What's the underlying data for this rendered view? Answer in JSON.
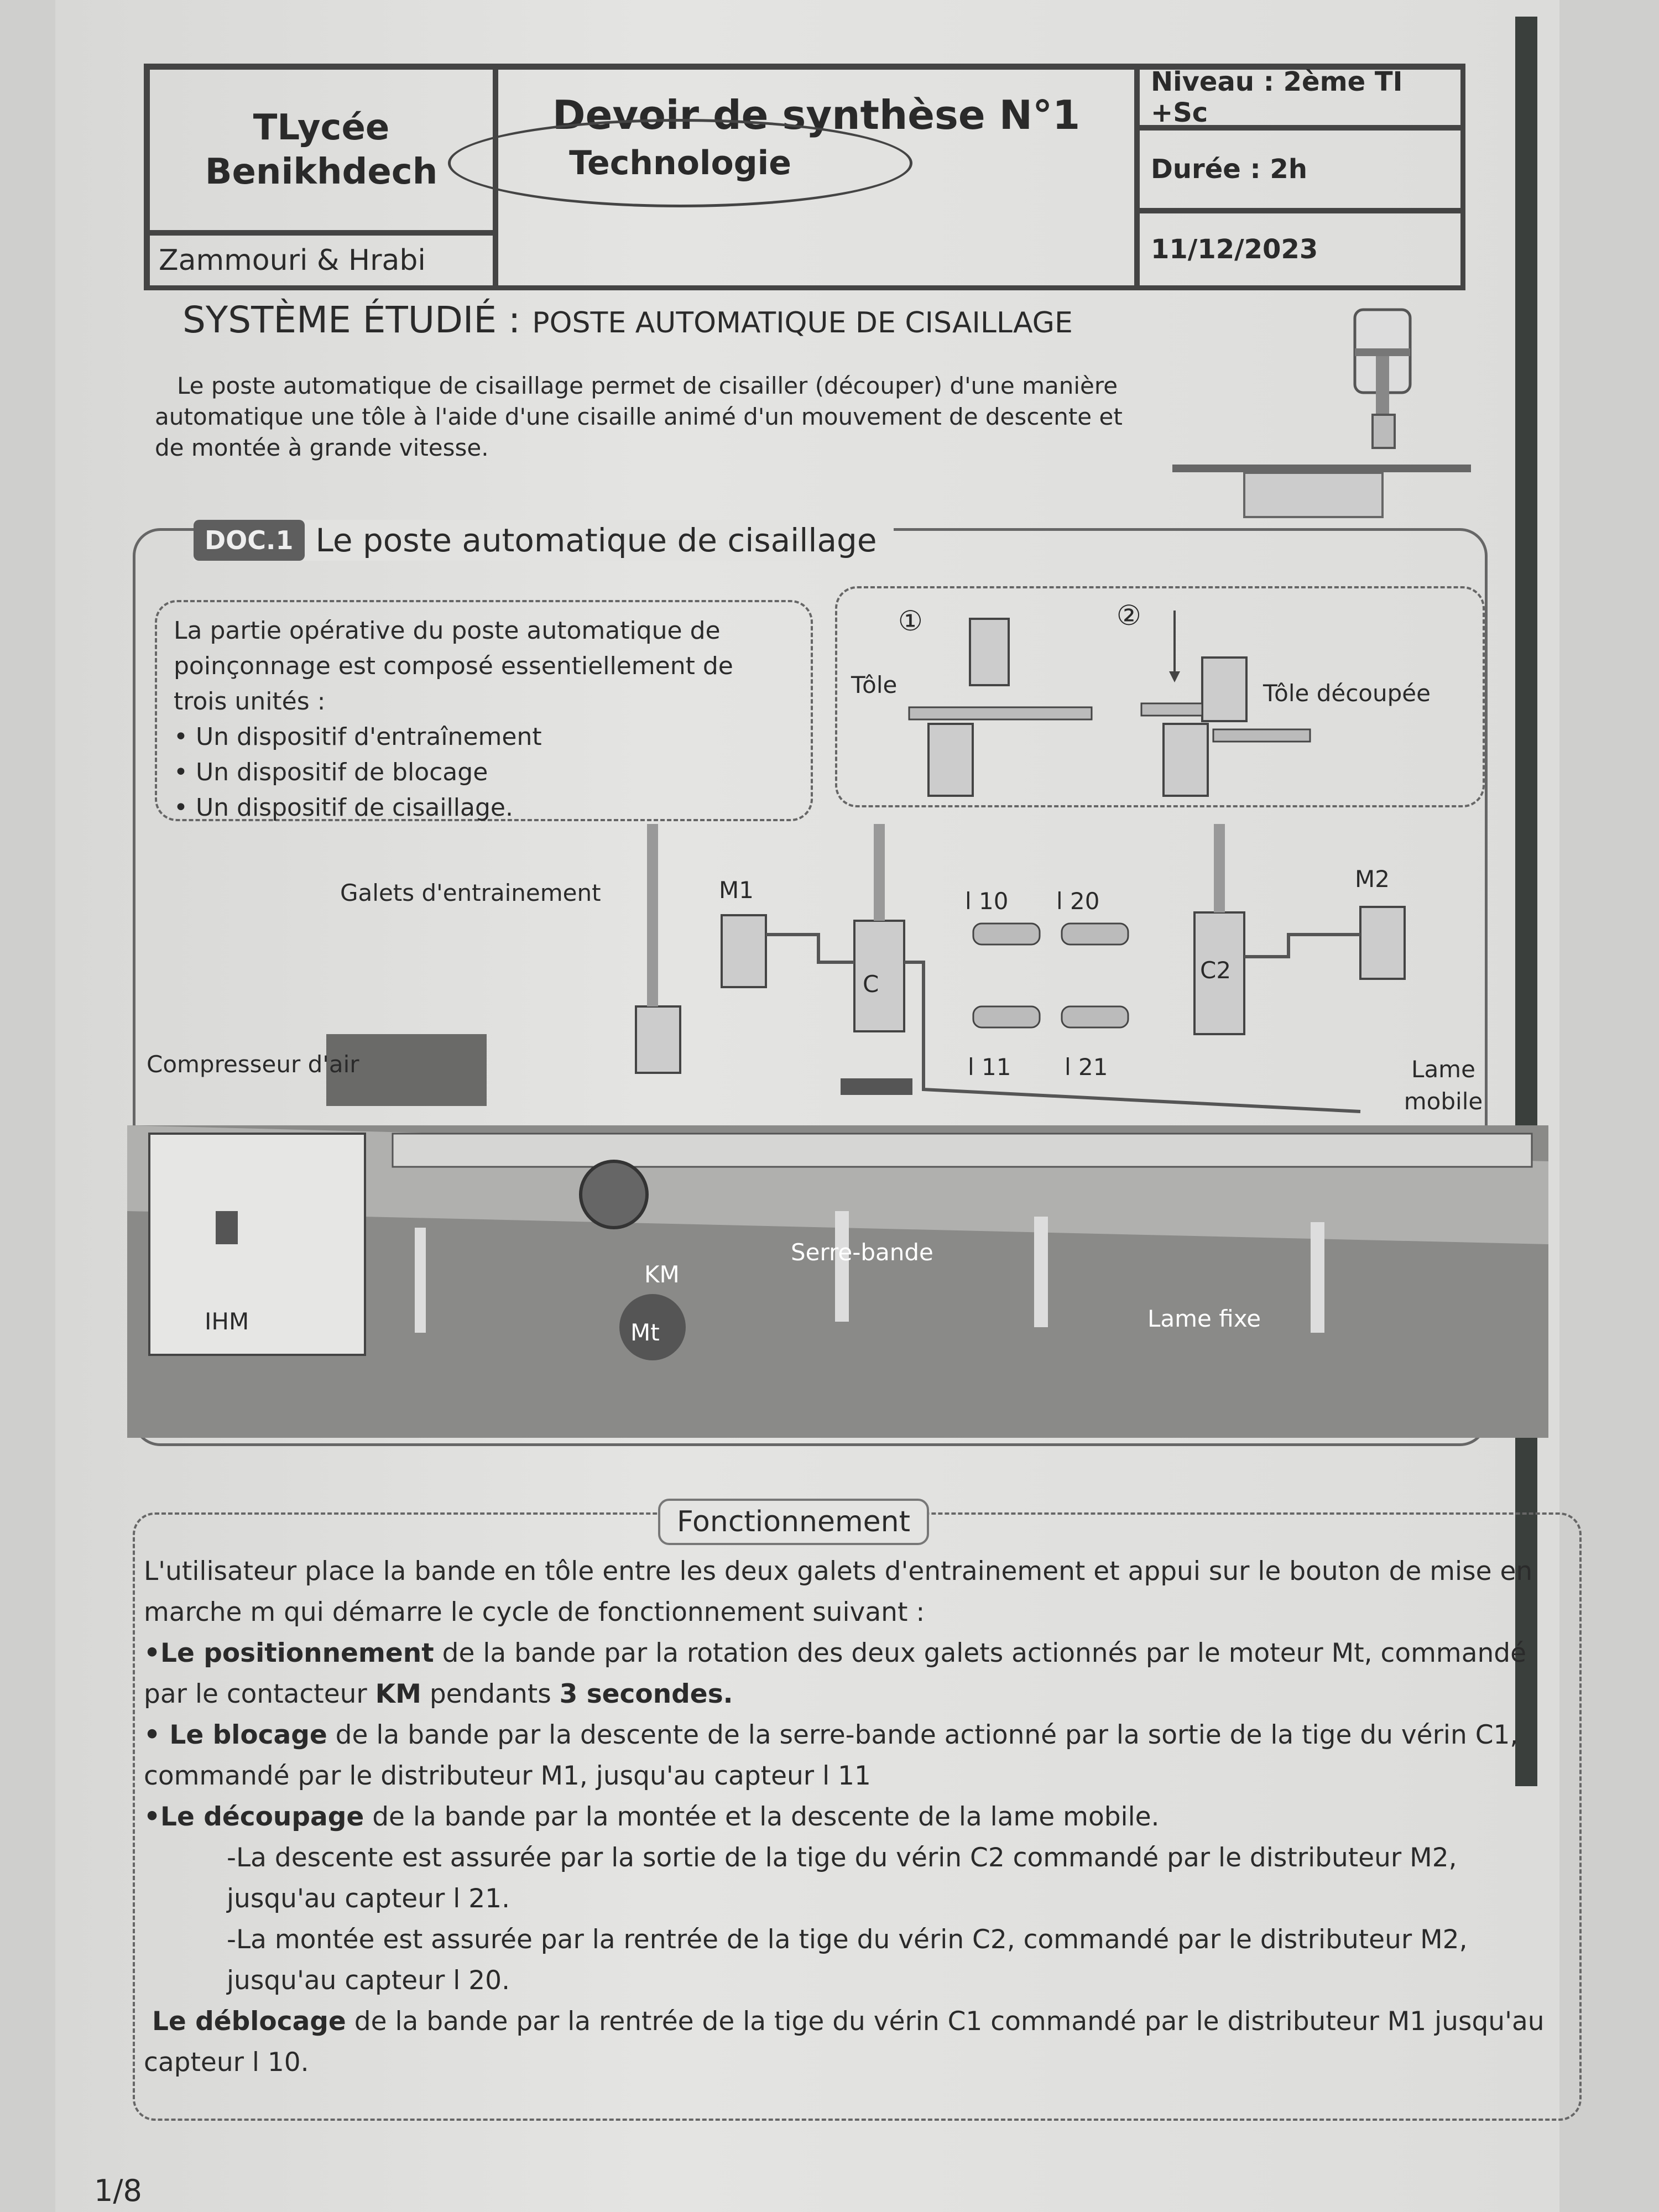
{
  "header": {
    "school": "TLycée Benikhdech",
    "authors": "Zammouri & Hrabi",
    "title": "Devoir de synthèse N°1",
    "subject": "Technologie",
    "level": "Niveau : 2ème TI +Sc",
    "duration": "Durée : 2h",
    "date": "11/12/2023"
  },
  "system": {
    "label": "SYSTÈME ÉTUDIÉ :",
    "name": "POSTE AUTOMATIQUE DE CISAILLAGE",
    "intro": "Le poste automatique de cisaillage permet de cisailler (découper) d'une manière automatique une tôle à l'aide d'une cisaille animé d'un mouvement de descente et de montée à grande vitesse."
  },
  "doc1": {
    "tag": "DOC.1",
    "title": "Le poste automatique de cisaillage",
    "units_intro": "La partie opérative du poste automatique de poinçonnage est composé essentiellement de trois unités :",
    "units": [
      "• Un dispositif d'entraînement",
      "• Un dispositif de blocage",
      "• Un dispositif de cisaillage."
    ],
    "step1": "①",
    "step2": "②",
    "tole": "Tôle",
    "tole_decoupee": "Tôle découpée",
    "labels": {
      "galets": "Galets d'entrainement",
      "m1": "M1",
      "m2": "M2",
      "l10": "l 10",
      "l20": "l 20",
      "l11": "l 11",
      "l21": "l 21",
      "c": "C",
      "c2": "C2",
      "compresseur": "Compresseur d'air",
      "lame_mobile": "Lame mobile",
      "serre_bande": "Serre-bande",
      "km": "KM",
      "mt": "Mt",
      "lame_fixe": "Lame fixe",
      "ihm": "IHM"
    }
  },
  "fonctionnement": {
    "title": "Fonctionnement",
    "p1": "L'utilisateur place la bande en tôle entre les deux galets d'entrainement et appui sur le bouton de mise en marche  m  qui démarre le cycle de fonctionnement suivant :",
    "b1_bold": "•Le positionnement",
    "b1": " de la bande par la rotation des deux galets actionnés par le moteur Mt, commandé par le contacteur ",
    "b1_km": "KM",
    "b1_mid": " pendants ",
    "b1_end": "3 secondes.",
    "b2_bold": "• Le blocage",
    "b2": " de la bande par la descente de la serre-bande actionné par la sortie de la tige du vérin C1, commandé par le distributeur M1, jusqu'au capteur l 11",
    "b3_bold": "•Le découpage",
    "b3": " de la bande par la montée et la descente de la lame mobile.",
    "b3a": "-La descente est assurée par la sortie de la tige du vérin C2 commandé par le distributeur M2, jusqu'au capteur l 21.",
    "b3b": "-La montée est assurée par la rentrée de la tige du vérin C2, commandé par le distributeur M2, jusqu'au capteur l 20.",
    "b4_bold": "Le déblocage",
    "b4": " de la bande par la rentrée de la tige du vérin C1 commandé par le distributeur M1 jusqu'au capteur l 10."
  },
  "page": "1/8"
}
